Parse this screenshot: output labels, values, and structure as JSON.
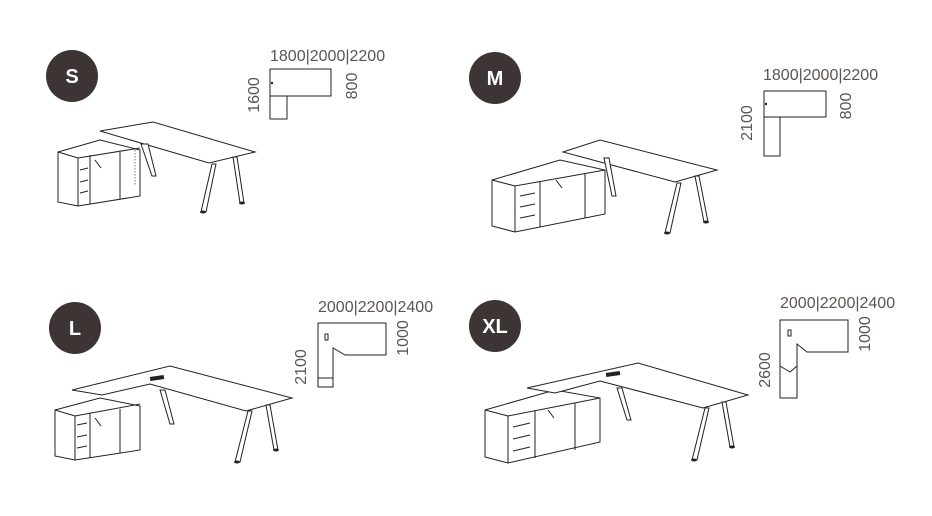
{
  "colors": {
    "badge": "#3d3533",
    "text": "#5a5552",
    "line": "#222222"
  },
  "variants": [
    {
      "size": "S",
      "widths": "1800|2000|2200",
      "return_length": "1600",
      "depth": "800"
    },
    {
      "size": "M",
      "widths": "1800|2000|2200",
      "return_length": "2100",
      "depth": "800"
    },
    {
      "size": "L",
      "widths": "2000|2200|2400",
      "return_length": "2100",
      "depth": "1000"
    },
    {
      "size": "XL",
      "widths": "2000|2200|2400",
      "return_length": "2600",
      "depth": "1000"
    }
  ]
}
